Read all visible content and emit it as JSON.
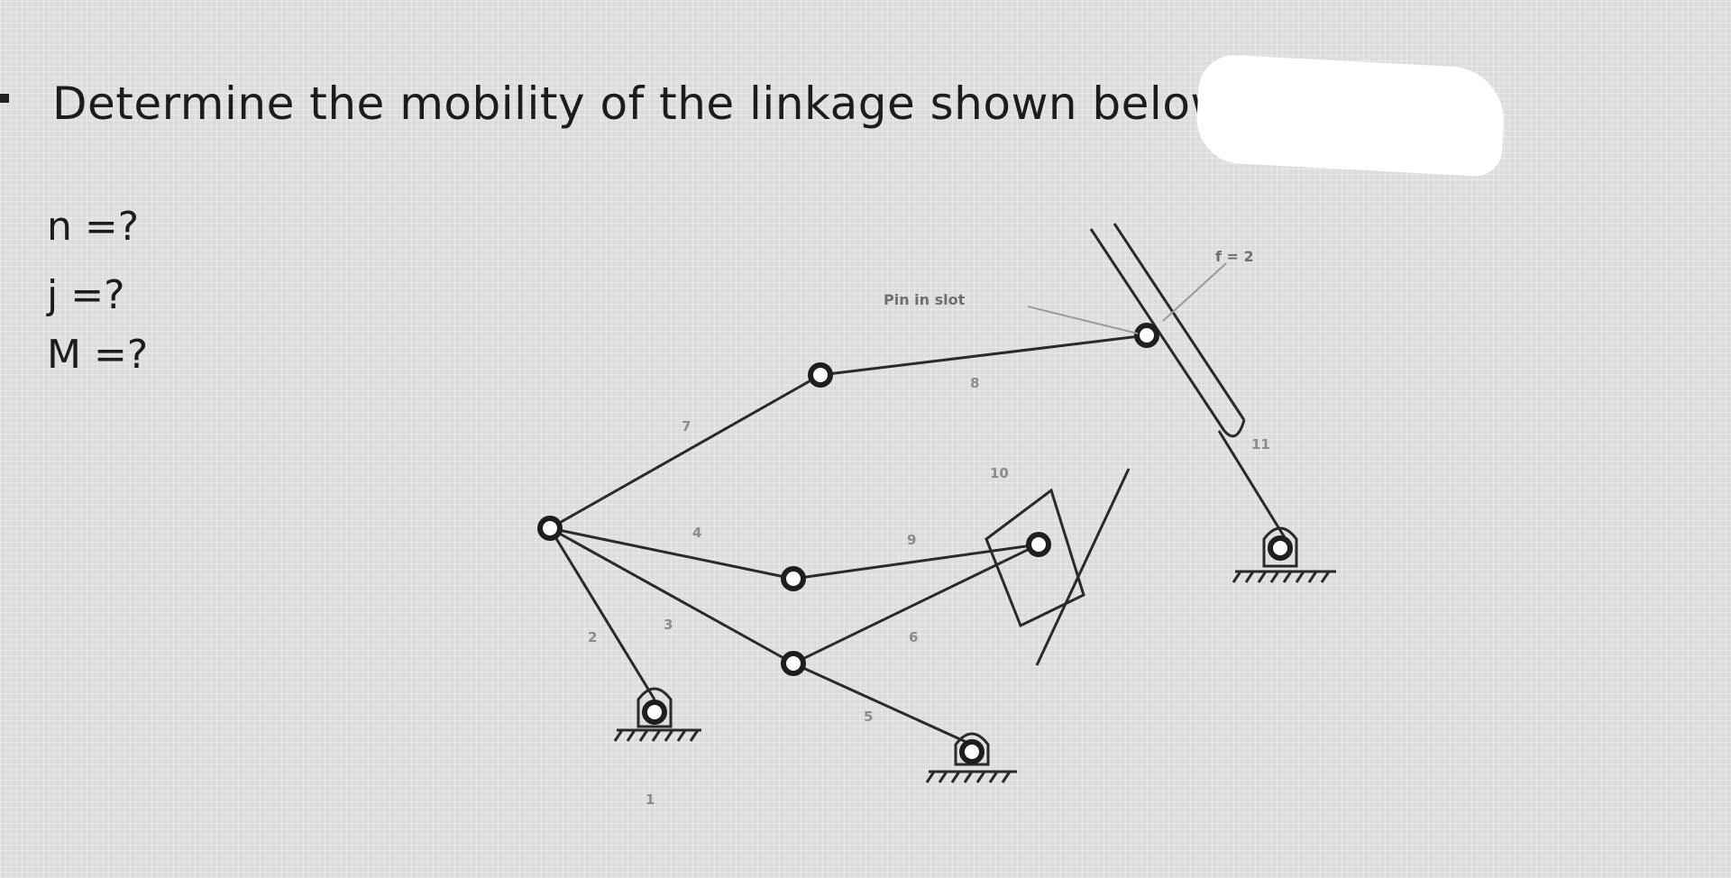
{
  "question": "Determine the mobility of the linkage shown below.",
  "variables": {
    "n": "n =?",
    "j": "j =?",
    "M": "M =?"
  },
  "diagram": {
    "pin_in_slot_label": "Pin in slot",
    "f_label": "f = 2",
    "link_labels": {
      "l1": "1",
      "l2": "2",
      "l3": "3",
      "l4": "4",
      "l5": "5",
      "l6": "6",
      "l7": "7",
      "l8": "8",
      "l9": "9",
      "l10": "10",
      "l11": "11"
    }
  }
}
